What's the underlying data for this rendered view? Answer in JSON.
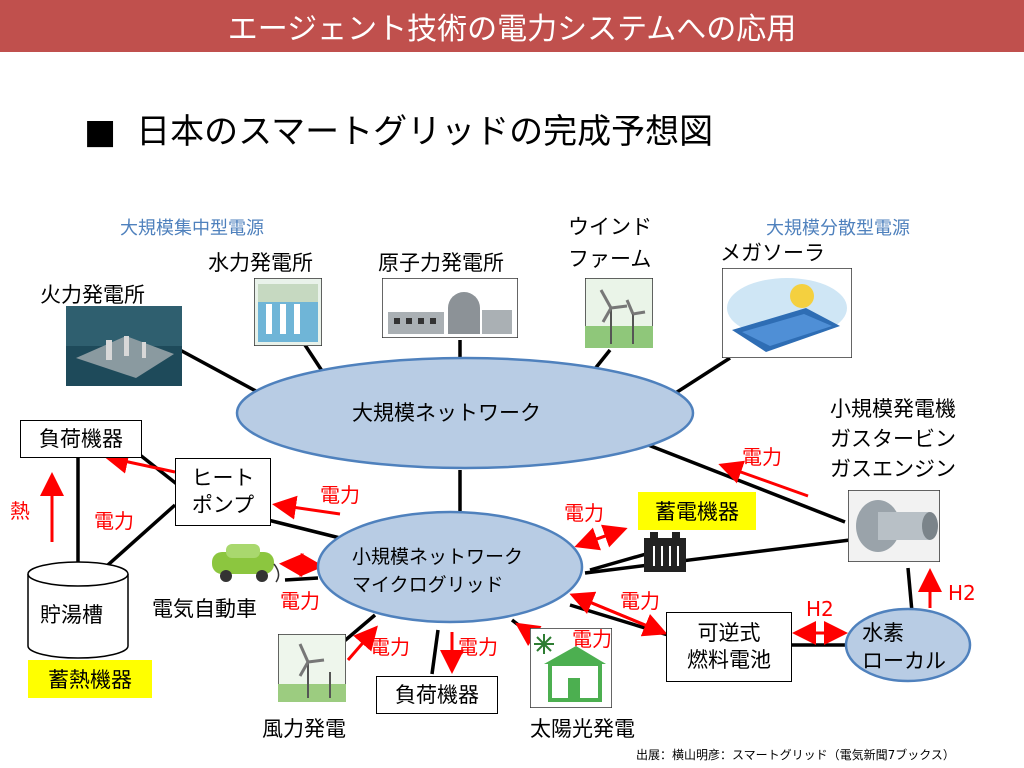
{
  "header": {
    "title": "エージェント技術の電力システムへの応用"
  },
  "subtitle": {
    "bullet": "■",
    "text": "日本のスマートグリッドの完成予想図"
  },
  "labels": {
    "large_central": "大規模集中型電源",
    "large_distributed": "大規模分散型電源",
    "thermal": "火力発電所",
    "hydro": "水力発電所",
    "nuclear": "原子力発電所",
    "wind_farm_1": "ウインド",
    "wind_farm_2": "ファーム",
    "mega_solar": "メガソーラ",
    "small_gen_1": "小規模発電機",
    "small_gen_2": "ガスタービン",
    "small_gen_3": "ガスエンジン",
    "ev": "電気自動車",
    "wind_power": "風力発電",
    "solar_power": "太陽光発電"
  },
  "nodes": {
    "large_network": "大規模ネットワーク",
    "small_network_1": "小規模ネットワーク",
    "small_network_2": "マイクログリッド",
    "load_top": "負荷機器",
    "heat_pump_1": "ヒート",
    "heat_pump_2": "ポンプ",
    "storage_tank": "貯湯槽",
    "load_bottom": "負荷機器",
    "fuel_cell_1": "可逆式",
    "fuel_cell_2": "燃料電池",
    "hydrogen_1": "水素",
    "hydrogen_2": "ローカル"
  },
  "highlights": {
    "battery_storage": "蓄電機器",
    "heat_storage": "蓄熱機器"
  },
  "flows": {
    "power": "電力",
    "heat": "熱",
    "h2": "H2"
  },
  "source": "出展：横山明彦：スマートグリッド（電気新聞7ブックス）",
  "colors": {
    "header": "#c0504d",
    "ellipse_fill": "#b8cce4",
    "ellipse_stroke": "#4f81bd",
    "arrow": "#ff0000",
    "highlight": "#ffff00",
    "blue_text": "#4f81bd"
  }
}
